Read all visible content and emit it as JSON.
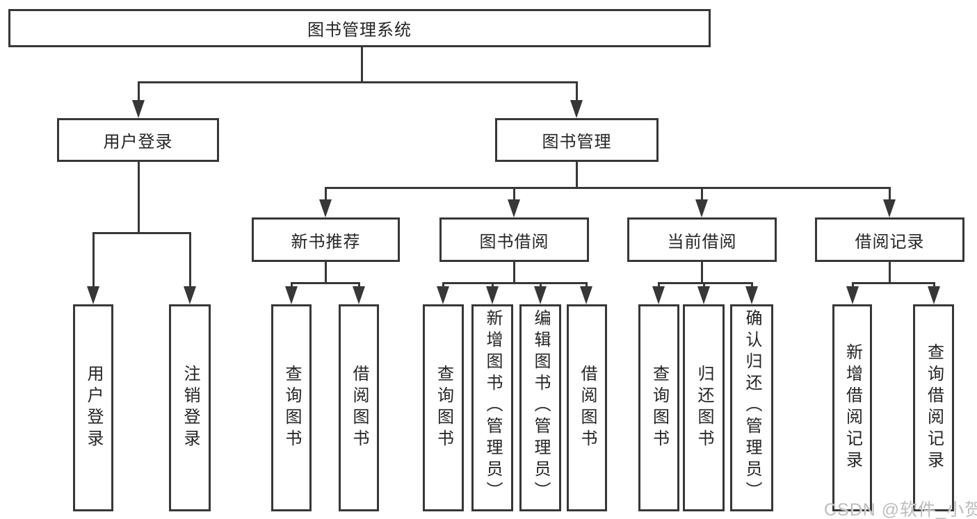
{
  "tree": {
    "root": {
      "label": "图书管理系统"
    },
    "branches": [
      {
        "label": "用户登录",
        "children": [
          {
            "label": "用户登录"
          },
          {
            "label": "注销登录"
          }
        ]
      },
      {
        "label": "图书管理",
        "children": [
          {
            "label": "新书推荐",
            "children": [
              {
                "label": "查询图书"
              },
              {
                "label": "借阅图书"
              }
            ]
          },
          {
            "label": "图书借阅",
            "children": [
              {
                "label": "查询图书"
              },
              {
                "label": "新增图书（管理员）"
              },
              {
                "label": "编辑图书（管理员）"
              },
              {
                "label": "借阅图书"
              }
            ]
          },
          {
            "label": "当前借阅",
            "children": [
              {
                "label": "查询图书"
              },
              {
                "label": "归还图书"
              },
              {
                "label": "确认归还（管理员）"
              }
            ]
          },
          {
            "label": "借阅记录",
            "children": [
              {
                "label": "新增借阅记录"
              },
              {
                "label": "查询借阅记录"
              }
            ]
          }
        ]
      }
    ]
  },
  "watermark": {
    "text": "CSDN @软件_小贺同学"
  },
  "colors": {
    "line": "#373737",
    "box_border": "#373737",
    "text": "#242424",
    "watermark": "#bdbdbd",
    "background": "#ffffff"
  }
}
